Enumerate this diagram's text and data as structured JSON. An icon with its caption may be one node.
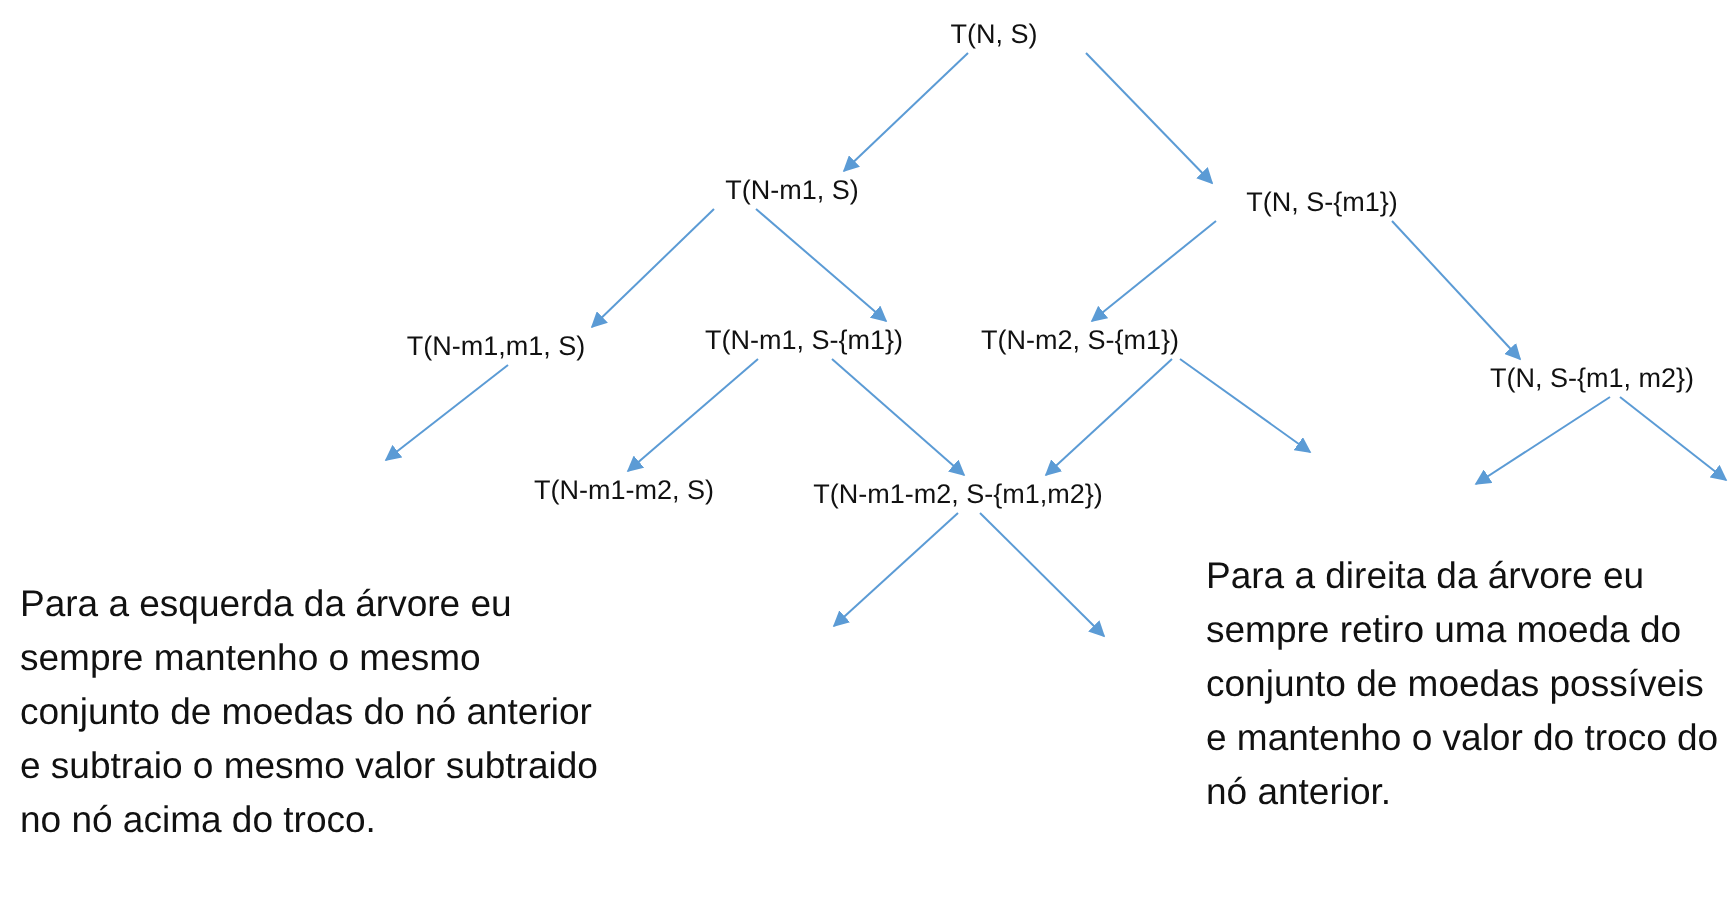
{
  "diagram": {
    "nodes": [
      {
        "text": [
          "T(N, S)"
        ]
      },
      {
        "text": [
          "T(N-m1, S)"
        ]
      },
      {
        "text": [
          "T(N, S-{m1})"
        ]
      },
      {
        "text": [
          "T(N-m1,m1, S)"
        ]
      },
      {
        "text": [
          "T(N-m1, S-{m1})"
        ]
      },
      {
        "text": [
          "T(N-m2, S-{m1})"
        ]
      },
      {
        "text": [
          "T(N, S-{m1, m2})"
        ]
      },
      {
        "text": [
          "T(N-m1-m2, S)"
        ]
      },
      {
        "text": [
          "T(N-m1-m2, S-{m1,m2})"
        ]
      }
    ],
    "edges": [
      {
        "from": 0,
        "to": 1,
        "arrow": "to"
      },
      {
        "from": 0,
        "to": 2,
        "arrow": "to"
      },
      {
        "from": 1,
        "to": 3,
        "arrow": "to"
      },
      {
        "from": 1,
        "to": 4,
        "arrow": "to"
      },
      {
        "from": 2,
        "to": 5,
        "arrow": "to"
      },
      {
        "from": 2,
        "to": 6,
        "arrow": "to"
      },
      {
        "from": 3,
        "to": null,
        "arrow": "to"
      },
      {
        "from": 4,
        "to": 7,
        "arrow": "to"
      },
      {
        "from": 4,
        "to": 8,
        "arrow": "to"
      },
      {
        "from": 5,
        "to": 8,
        "arrow": "to"
      },
      {
        "from": 5,
        "to": null,
        "arrow": "to"
      },
      {
        "from": 6,
        "to": null,
        "arrow": "to"
      },
      {
        "from": 6,
        "to": null,
        "arrow": "to"
      },
      {
        "from": 8,
        "to": null,
        "arrow": "to"
      },
      {
        "from": 8,
        "to": null,
        "arrow": "to"
      }
    ],
    "labels": [
      "Para a esquerda da árvore eu sempre mantenho o mesmo conjunto de moedas do nó anterior e subtraio o mesmo valor subtraido no nó acima do troco.",
      "Para a direita da árvore eu sempre retiro uma moeda do conjunto de moedas possíveis e mantenho o valor do troco do nó anterior."
    ]
  }
}
